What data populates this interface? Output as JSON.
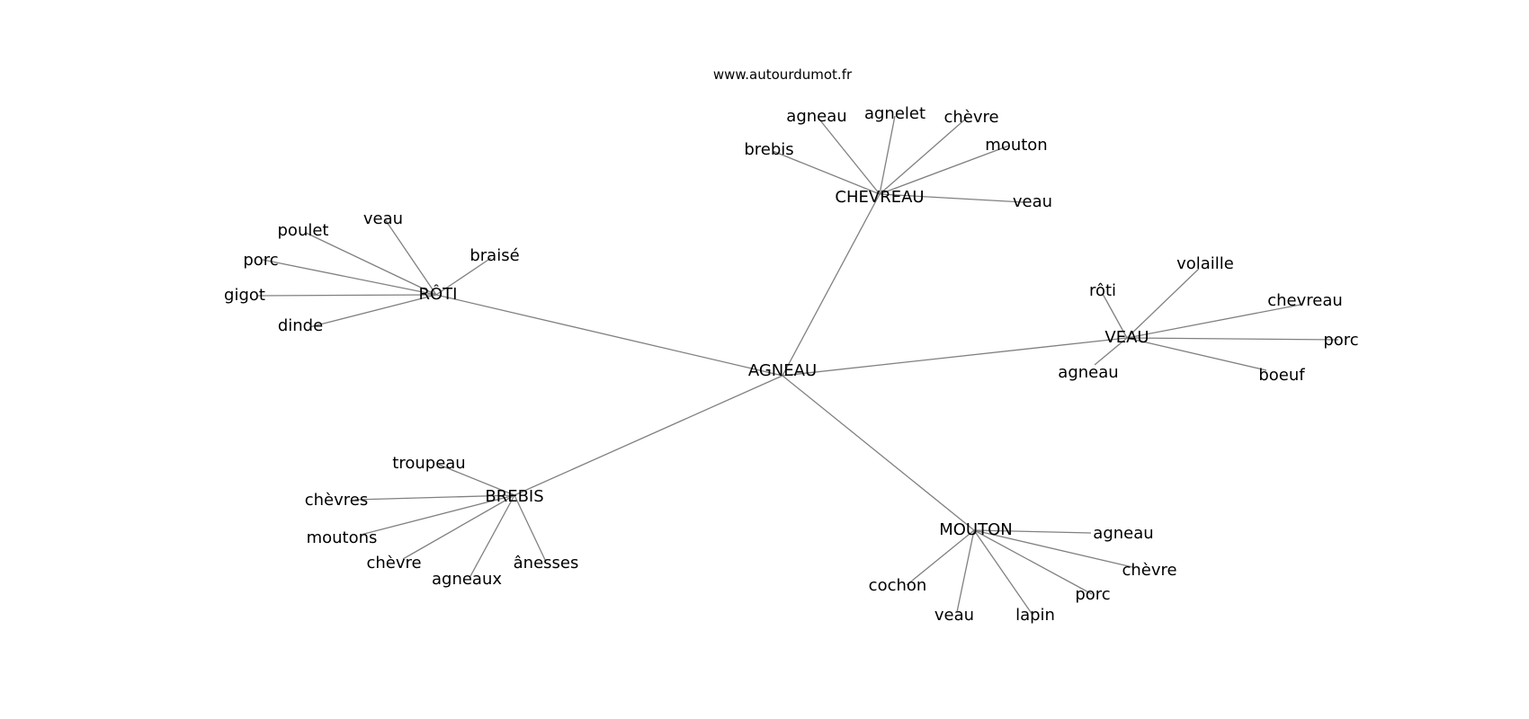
{
  "header": {
    "site": "www.autourdumot.fr"
  },
  "graph": {
    "center": "AGNEAU",
    "edge_color": "#808080",
    "hubs": [
      {
        "id": "roti",
        "label": "RÔTI",
        "words": [
          "veau",
          "braisé",
          "poulet",
          "porc",
          "gigot",
          "dinde"
        ]
      },
      {
        "id": "chevreau",
        "label": "CHEVREAU",
        "words": [
          "agneau",
          "agnelet",
          "chèvre",
          "brebis",
          "mouton",
          "veau"
        ]
      },
      {
        "id": "veau",
        "label": "VEAU",
        "words": [
          "volaille",
          "rôti",
          "chevreau",
          "porc",
          "agneau",
          "boeuf"
        ]
      },
      {
        "id": "brebis",
        "label": "BREBIS",
        "words": [
          "troupeau",
          "chèvres",
          "moutons",
          "chèvre",
          "agneaux",
          "ânesses"
        ]
      },
      {
        "id": "mouton",
        "label": "MOUTON",
        "words": [
          "agneau",
          "chèvre",
          "porc",
          "cochon",
          "veau",
          "lapin"
        ]
      }
    ]
  }
}
